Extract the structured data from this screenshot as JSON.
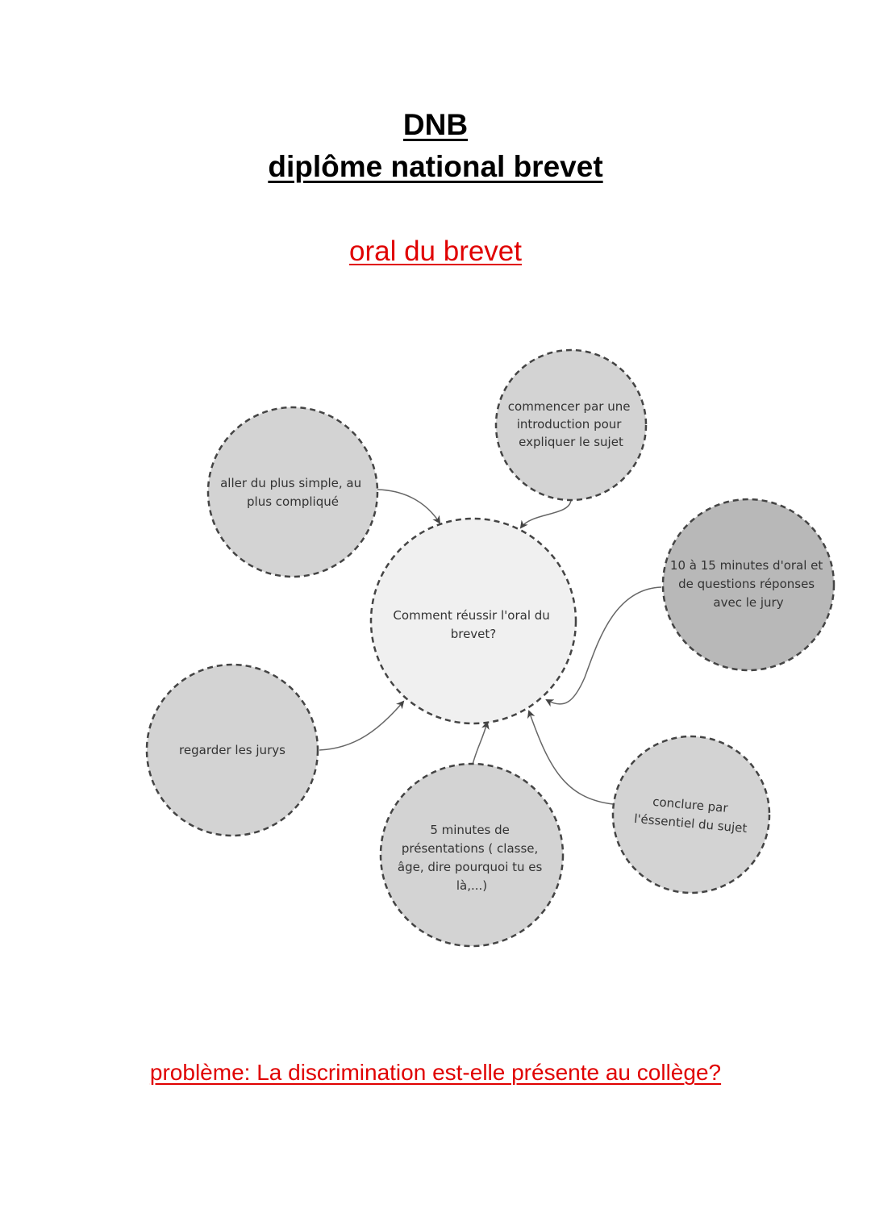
{
  "header": {
    "title": "DNB",
    "subtitle": "diplôme national brevet"
  },
  "oral_heading": "oral du brevet",
  "mindmap": {
    "center": {
      "lines": [
        "Comment réussir l'oral du",
        "brevet?"
      ]
    },
    "nodes": [
      {
        "id": "simple",
        "lines": [
          "aller du plus simple, au",
          "plus compliqué"
        ]
      },
      {
        "id": "intro",
        "lines": [
          "commencer par une",
          "introduction pour",
          "expliquer le sujet"
        ]
      },
      {
        "id": "duration",
        "lines": [
          "10 à 15 minutes d'oral et",
          "de questions réponses",
          "avec le jury"
        ]
      },
      {
        "id": "jury",
        "lines": [
          "regarder les jurys"
        ]
      },
      {
        "id": "presentation",
        "lines": [
          "5 minutes de",
          "présentations ( classe,",
          "âge, dire pourquoi tu es",
          "là,...)"
        ]
      },
      {
        "id": "conclude",
        "lines": [
          "conclure par",
          "l'éssentiel du sujet"
        ]
      }
    ]
  },
  "problem": "problème: La discrimination est-elle présente au collège?",
  "colors": {
    "red": "#e00000",
    "center_fill": "#f0f0f0",
    "node_fill": "#d3d3d3",
    "node_fill_dark": "#b8b8b8",
    "stroke": "#444444"
  }
}
